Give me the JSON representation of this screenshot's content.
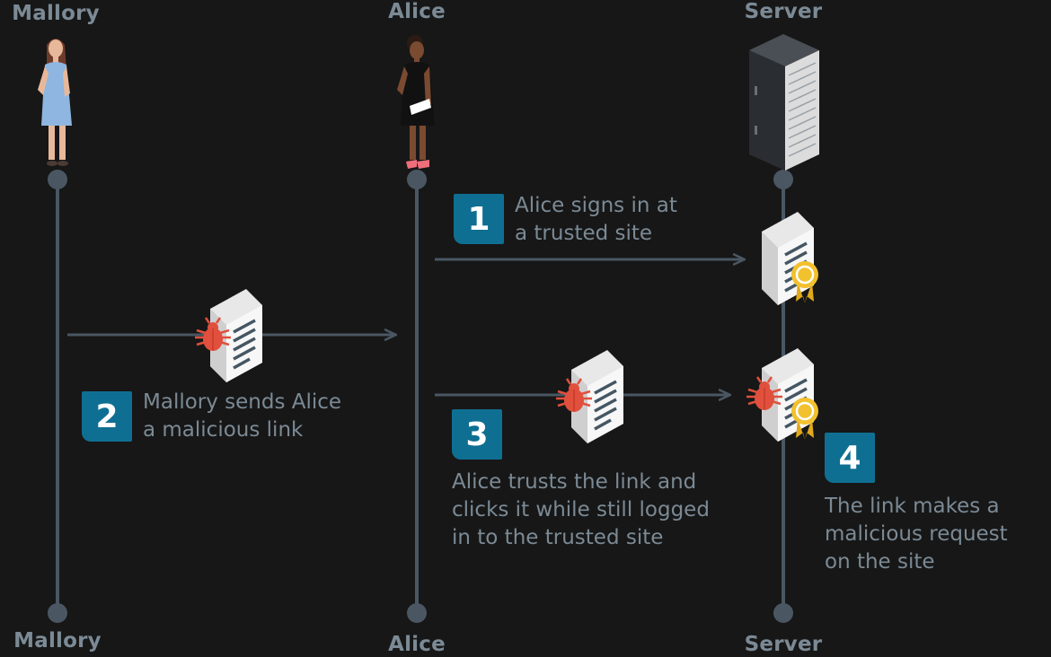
{
  "actors": [
    {
      "id": "mallory",
      "name": "Mallory"
    },
    {
      "id": "alice",
      "name": "Alice"
    },
    {
      "id": "server",
      "name": "Server"
    }
  ],
  "steps": [
    {
      "number": "1",
      "lines": [
        "Alice signs in at",
        "a trusted site"
      ]
    },
    {
      "number": "2",
      "lines": [
        "Mallory sends Alice",
        "a malicious link"
      ]
    },
    {
      "number": "3",
      "lines": [
        "Alice trusts the link and",
        "clicks it while still logged",
        "in to the trusted site"
      ]
    },
    {
      "number": "4",
      "lines": [
        "The link makes a",
        "malicious request",
        "on the site"
      ]
    }
  ],
  "colors": {
    "background": "#171717",
    "lifeline": "#4a5763",
    "text": "#7b8a95",
    "badge": "#0f6f93",
    "bug": "#e0503c",
    "seal": "#f2c12e"
  }
}
